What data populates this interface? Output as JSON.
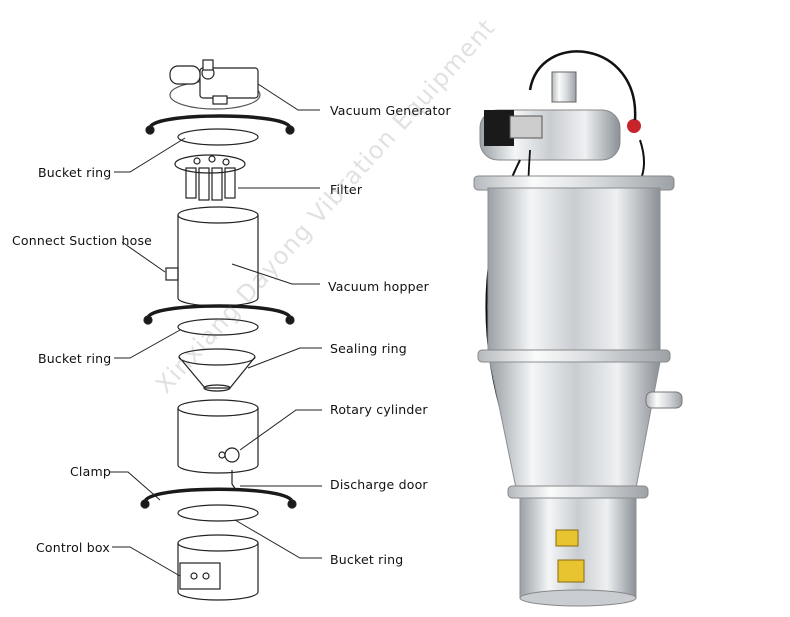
{
  "labels": {
    "vacuum_generator": "Vacuum Generator",
    "bucket_ring_1": "Bucket ring",
    "filter": "Filter",
    "connect_suction_hose": "Connect Suction hose",
    "vacuum_hopper": "Vacuum hopper",
    "bucket_ring_2": "Bucket ring",
    "sealing_ring": "Sealing ring",
    "rotary_cylinder": "Rotary cylinder",
    "clamp": "Clamp",
    "discharge_door": "Discharge door",
    "control_box": "Control box",
    "bucket_ring_3": "Bucket ring"
  },
  "watermark": "Xinxiang Dayong Vibration Equipment",
  "colors": {
    "line": "#222222",
    "steel_light": "#e8eaec",
    "steel_dark": "#7a7f85",
    "ring_black": "#1a1a1a",
    "accent_red": "#c8252b",
    "accent_yellow": "#e8c430"
  }
}
